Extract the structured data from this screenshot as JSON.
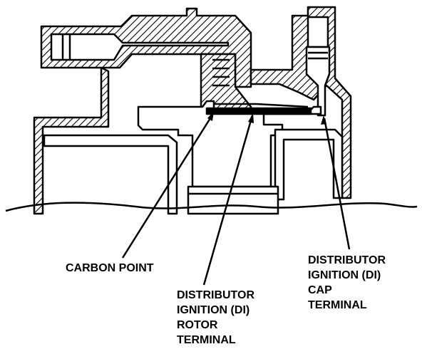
{
  "labels": {
    "carbon_point": [
      "CARBON POINT"
    ],
    "rotor_terminal": [
      "DISTRIBUTOR",
      "IGNITION (DI)",
      "ROTOR",
      "TERMINAL"
    ],
    "cap_terminal": [
      "DISTRIBUTOR",
      "IGNITION (DI)",
      "CAP",
      "TERMINAL"
    ]
  },
  "colors": {
    "ink": "#000000",
    "paper": "#ffffff"
  }
}
